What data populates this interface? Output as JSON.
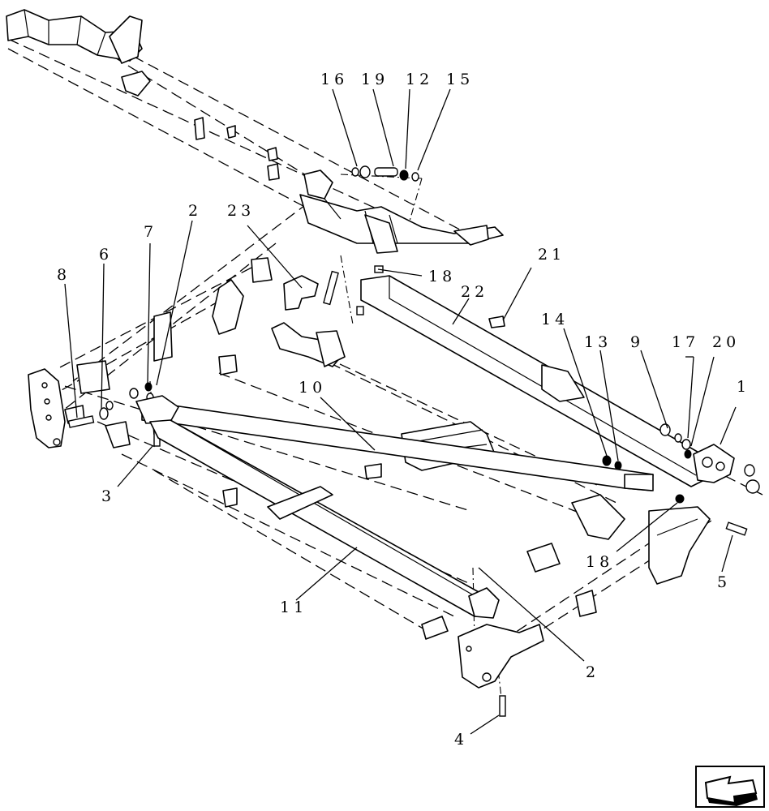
{
  "callouts": {
    "c16": "16",
    "c19": "19",
    "c12": "12",
    "c15": "15",
    "c23": "23",
    "c2a": "2",
    "c7": "7",
    "c6": "6",
    "c8": "8",
    "c18a": "18",
    "c21": "21",
    "c22": "22",
    "c14": "14",
    "c13": "13",
    "c9": "9",
    "c17": "17",
    "c20": "20",
    "c1": "1",
    "c10": "10",
    "c3": "3",
    "c18b": "18",
    "c5": "5",
    "c11": "11",
    "c2b": "2",
    "c4": "4"
  },
  "nav_icon": "arrow-back-icon"
}
